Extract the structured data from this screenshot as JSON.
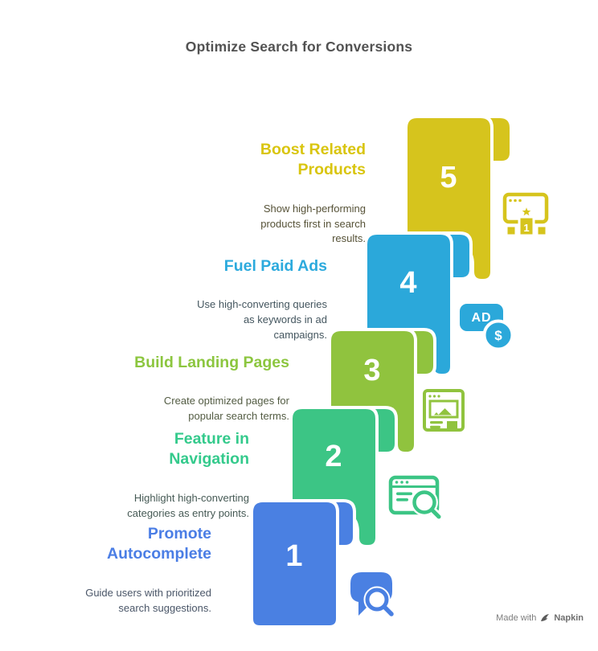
{
  "title": "Optimize Search for Conversions",
  "title_color": "#525252",
  "watermark": {
    "prefix": "Made with",
    "brand": "Napkin"
  },
  "steps": [
    {
      "number": "1",
      "heading": "Promote\nAutocomplete",
      "body": "Guide users with prioritized\nsearch suggestions.",
      "color": "#4a80e2",
      "heading_color": "#4b7ee5",
      "body_color": "#4a5668",
      "icon": "chat-search-icon"
    },
    {
      "number": "2",
      "heading": "Feature in\nNavigation",
      "body": "Highlight high-converting\ncategories as entry points.",
      "color": "#3cc585",
      "heading_color": "#34ca8c",
      "body_color": "#465a55",
      "icon": "browser-search-icon"
    },
    {
      "number": "3",
      "heading": "Build Landing Pages",
      "body": "Create optimized pages for\npopular search terms.",
      "color": "#90c33e",
      "heading_color": "#8cc63f",
      "body_color": "#535c43",
      "icon": "landing-page-icon"
    },
    {
      "number": "4",
      "heading": "Fuel Paid Ads",
      "body": "Use high-converting queries\nas keywords in ad\ncampaigns.",
      "color": "#2ba8da",
      "heading_color": "#2caadd",
      "body_color": "#44565f",
      "icon": "ad-dollar-icon",
      "ad_label": "AD",
      "dollar_label": "$"
    },
    {
      "number": "5",
      "heading": "Boost Related\nProducts",
      "body": "Show high-performing\nproducts first in search\nresults.",
      "color": "#d6c41d",
      "heading_color": "#d9c50e",
      "body_color": "#565237",
      "icon": "ranked-product-icon",
      "rank_label": "1"
    }
  ]
}
